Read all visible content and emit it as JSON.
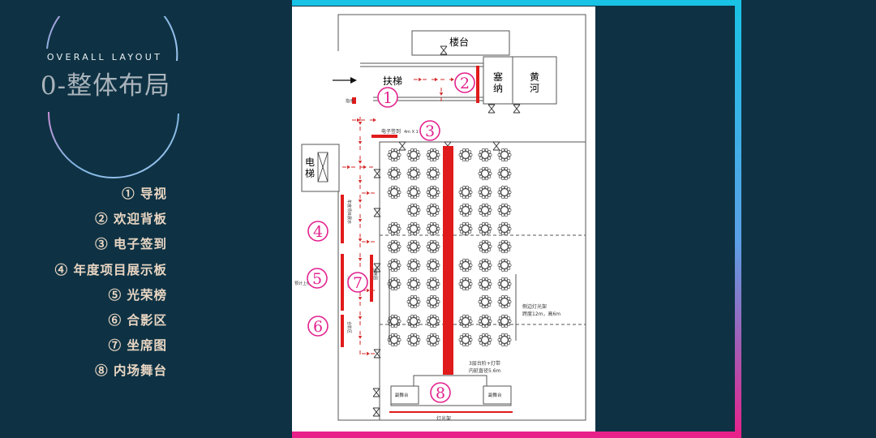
{
  "header": {
    "subtitle": "OVERALL LAYOUT",
    "title": "0-整体布局"
  },
  "legend": [
    "① 导视",
    "② 欢迎背板",
    "③ 电子签到",
    "④ 年度项目展示板",
    "⑤ 光荣榜",
    "⑥ 合影区",
    "⑦ 坐席图",
    "⑧ 内场舞台"
  ],
  "floor_plan": {
    "room_labels": {
      "balcony": "楼台",
      "escalator": "扶梯",
      "sauna": "塞纳",
      "huanghe": "黄河",
      "elevator": "电梯"
    },
    "markers": [
      "1",
      "2",
      "3",
      "4",
      "5",
      "6",
      "7",
      "8"
    ],
    "captions": {
      "sign_in": "电子签到",
      "sign_in_size": "4m X 1",
      "guide": "指示",
      "project_board": "年度项目展示",
      "honor_board": "光荣榜",
      "photo_area": "合影区",
      "seating_chart": "坐席图",
      "honor_note": "预计上榜名单",
      "side_truss_1": "侧边灯光架",
      "side_truss_2": "跨度12m，高6m",
      "stage_note_1": "3层台阶+灯带",
      "stage_note_2": "内延直径5.6m",
      "sub_stage_left": "副舞台",
      "sub_stage_right": "副舞台",
      "light_frame": "灯光架"
    }
  },
  "colors": {
    "background": "#0e3244",
    "marker": "#e2238f",
    "runway": "#e01b1b",
    "arrow": "#d62b2b",
    "frame_cyan": "#19c3e6",
    "frame_magenta": "#e8218a"
  }
}
